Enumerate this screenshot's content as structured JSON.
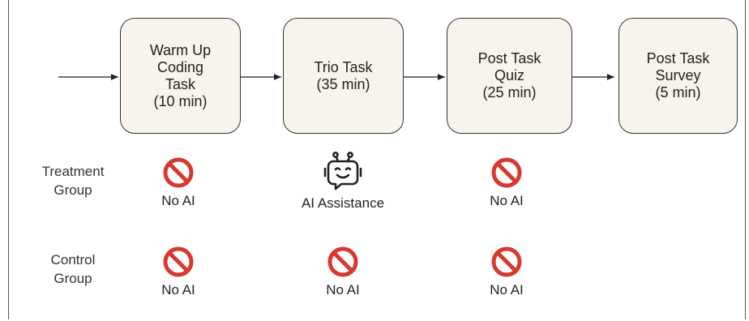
{
  "stages": [
    {
      "label": "Warm Up\nCoding\nTask\n(10 min)"
    },
    {
      "label": "Trio Task\n(35 min)"
    },
    {
      "label": "Post Task\nQuiz\n(25 min)"
    },
    {
      "label": "Post Task\nSurvey\n(5 min)"
    }
  ],
  "groups": {
    "treatment": {
      "label": "Treatment\nGroup",
      "cells": [
        {
          "icon": "no-entry-icon",
          "label": "No AI"
        },
        {
          "icon": "robot-icon",
          "label": "AI Assistance"
        },
        {
          "icon": "no-entry-icon",
          "label": "No AI"
        }
      ]
    },
    "control": {
      "label": "Control\nGroup",
      "cells": [
        {
          "icon": "no-entry-icon",
          "label": "No AI"
        },
        {
          "icon": "no-entry-icon",
          "label": "No AI"
        },
        {
          "icon": "no-entry-icon",
          "label": "No AI"
        }
      ]
    }
  },
  "colors": {
    "stage_fill": "#f8f3ec",
    "no_entry_red": "#d7382f",
    "robot_stroke": "#222222"
  }
}
